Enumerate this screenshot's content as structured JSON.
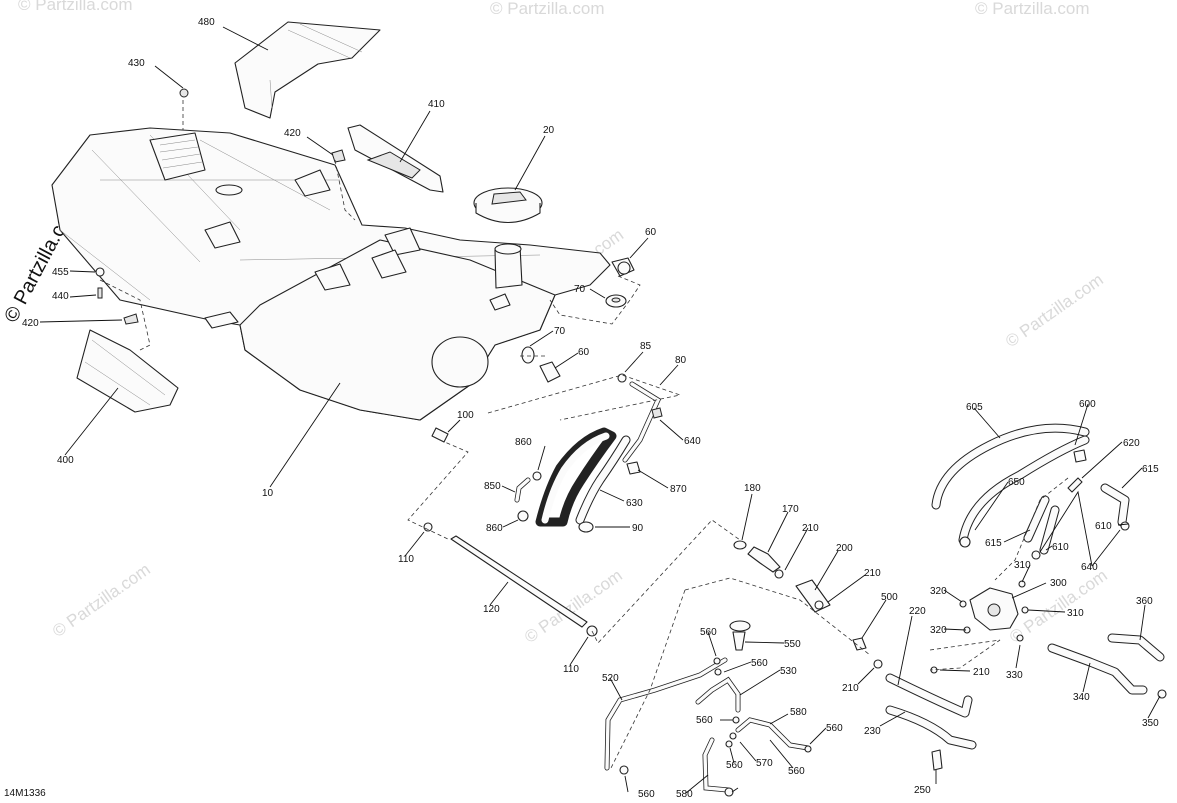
{
  "diagram": {
    "code": "14M1336",
    "watermark": "© Partzilla.com",
    "callouts": [
      "480",
      "430",
      "410",
      "420",
      "20",
      "60",
      "70",
      "70",
      "60",
      "85",
      "80",
      "640",
      "10",
      "455",
      "440",
      "420",
      "400",
      "100",
      "860",
      "850",
      "630",
      "870",
      "860",
      "90",
      "110",
      "120",
      "110",
      "180",
      "170",
      "210",
      "200",
      "210",
      "500",
      "210",
      "220",
      "230",
      "250",
      "550",
      "560",
      "560",
      "530",
      "520",
      "560",
      "560",
      "570",
      "580",
      "560",
      "560",
      "580",
      "560",
      "605",
      "600",
      "620",
      "615",
      "650",
      "615",
      "610",
      "610",
      "640",
      "640",
      "310",
      "300",
      "320",
      "310",
      "320",
      "330",
      "210",
      "340",
      "360",
      "350"
    ]
  }
}
